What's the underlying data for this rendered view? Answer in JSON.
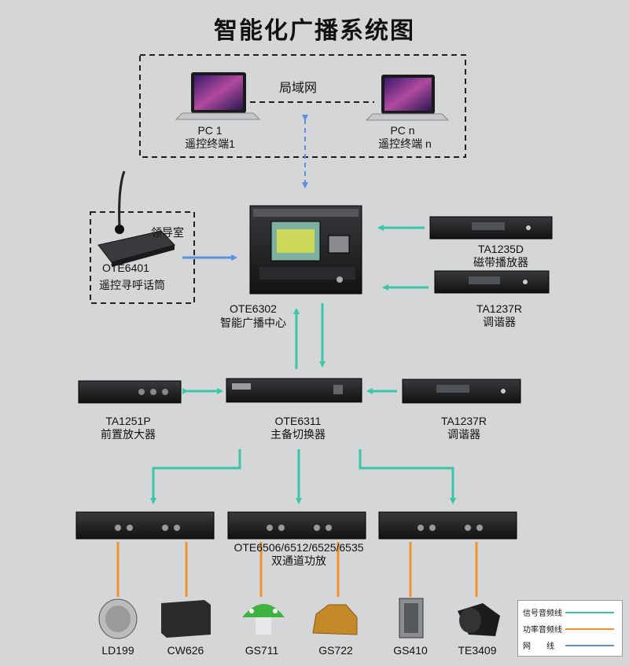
{
  "title": "智能化广播系统图",
  "lan": {
    "label": "局域网",
    "pc1": {
      "name": "PC 1",
      "role": "遥控终端1"
    },
    "pcn": {
      "name": "PC n",
      "role": "遥控终端 n"
    }
  },
  "paging": {
    "room": "领导室",
    "model": "OTE6401",
    "name": "遥控寻呼话筒"
  },
  "center": {
    "model": "OTE6302",
    "name": "智能广播中心"
  },
  "tape": {
    "model": "TA1235D",
    "name": "磁带播放器"
  },
  "tuner_top": {
    "model": "TA1237R",
    "name": "调谐器"
  },
  "preamp": {
    "model": "TA1251P",
    "name": "前置放大器"
  },
  "switcher": {
    "model": "OTE6311",
    "name": "主备切换器"
  },
  "tuner_mid": {
    "model": "TA1237R",
    "name": "调谐器"
  },
  "amps": {
    "model": "OTE6506/6512/6525/6535",
    "name": "双通道功放"
  },
  "speakers": [
    "LD199",
    "CW626",
    "GS711",
    "GS722",
    "GS410",
    "TE3409"
  ],
  "legend": [
    {
      "label": "信号音频线",
      "color": "#3cc6a8"
    },
    {
      "label": "功率音频线",
      "color": "#f0922b"
    },
    {
      "label": "网　　线",
      "color": "#5b8fe0"
    }
  ],
  "colors": {
    "signal": "#3cc6a8",
    "power": "#f0922b",
    "network": "#5b8fe0"
  }
}
